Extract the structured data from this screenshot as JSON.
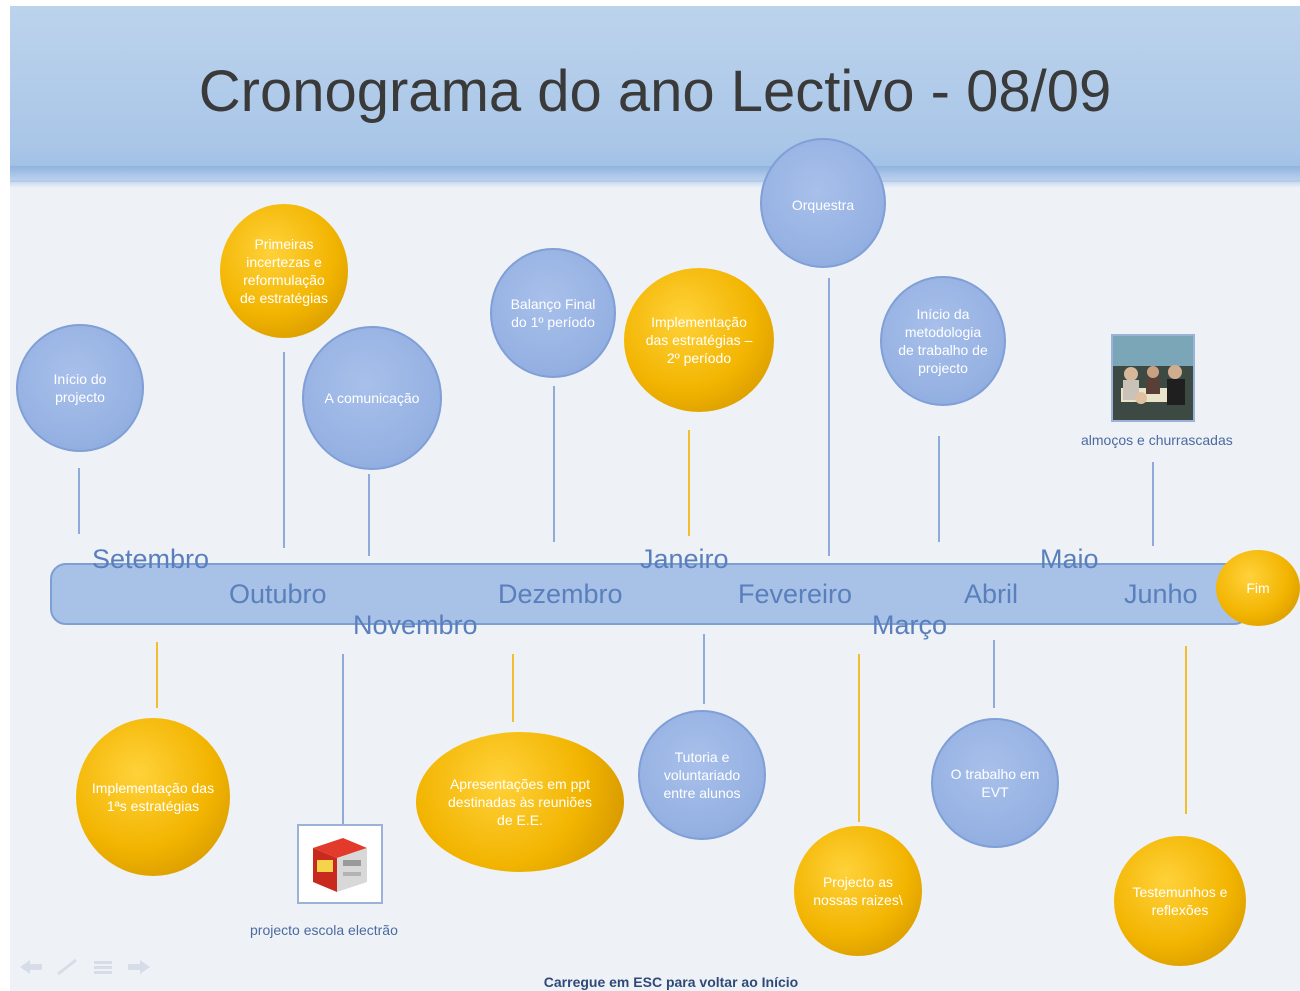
{
  "title": "Cronograma do ano Lectivo - 08/09",
  "months": {
    "setembro": "Setembro",
    "outubro": "Outubro",
    "novembro": "Novembro",
    "dezembro": "Dezembro",
    "janeiro": "Janeiro",
    "fevereiro": "Fevereiro",
    "marco": "Março",
    "abril": "Abril",
    "maio": "Maio",
    "junho": "Junho"
  },
  "end_label": "Fim",
  "events_above": {
    "inicio_projecto": "Início do projecto",
    "primeiras_incertezas": "Primeiras incertezas e reformulação de estratégias",
    "comunicacao": "A comunicação",
    "balanco": "Balanço Final do 1º período",
    "implementacao_2": "Implementação das estratégias – 2º período",
    "orquestra": "Orquestra",
    "metodologia": "Início da metodologia de trabalho de projecto"
  },
  "events_below": {
    "implementacao_1": "Implementação das 1ªs estratégias",
    "apresentacoes": "Apresentações em ppt destinadas às reuniões de E.E.",
    "tutoria": "Tutoria e voluntariado entre alunos",
    "projecto_raizes": "Projecto as nossas raizes\\",
    "trabalho_evt": "O trabalho em EVT",
    "testemunhos": "Testemunhos e reflexões"
  },
  "captions": {
    "escola_electrao": "projecto escola electrão",
    "almocos": "almoços e churrascadas"
  },
  "footer": "Carregue em ESC para voltar ao Início",
  "colors": {
    "blue_circle": "#94b0e2",
    "gold_circle": "#f2b400",
    "timeline": "#a8c1e6",
    "month_text": "#5a7fbd"
  }
}
